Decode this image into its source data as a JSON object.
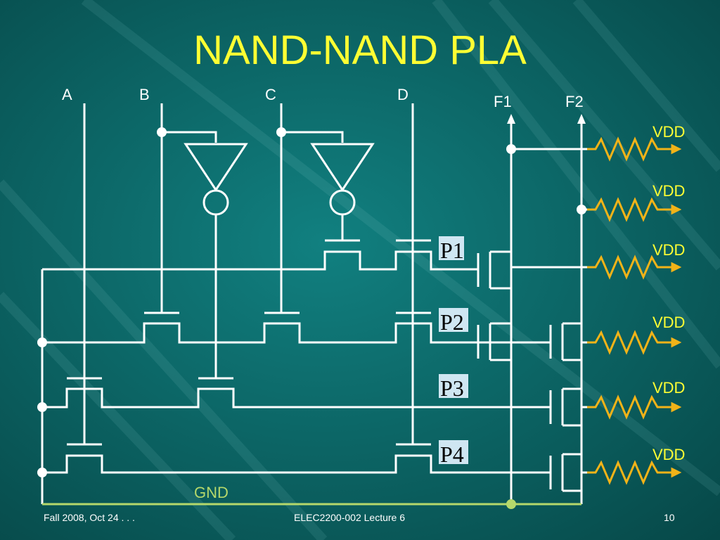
{
  "slide": {
    "title": "NAND-NAND PLA",
    "footer_left": "Fall 2008, Oct 24 . . .",
    "footer_center": "ELEC2200-002 Lecture 6",
    "footer_right": "10"
  },
  "diagram": {
    "inputs": [
      "A",
      "B",
      "C",
      "D"
    ],
    "outputs": [
      "F1",
      "F2"
    ],
    "product_terms": [
      "P1",
      "P2",
      "P3",
      "P4"
    ],
    "supply_labels": [
      "VDD",
      "VDD",
      "VDD",
      "VDD",
      "VDD",
      "VDD"
    ],
    "ground_label": "GND"
  },
  "colors": {
    "background": "#0d6a6a",
    "background_dark": "#074848",
    "wire": "#ffffff",
    "title": "#ffff33",
    "resistor": "#f2b318",
    "supply_text": "#ffff33",
    "gnd_line": "#b5d86b",
    "gnd_text": "#b5d86b",
    "label_box": "#cfe6f2"
  }
}
